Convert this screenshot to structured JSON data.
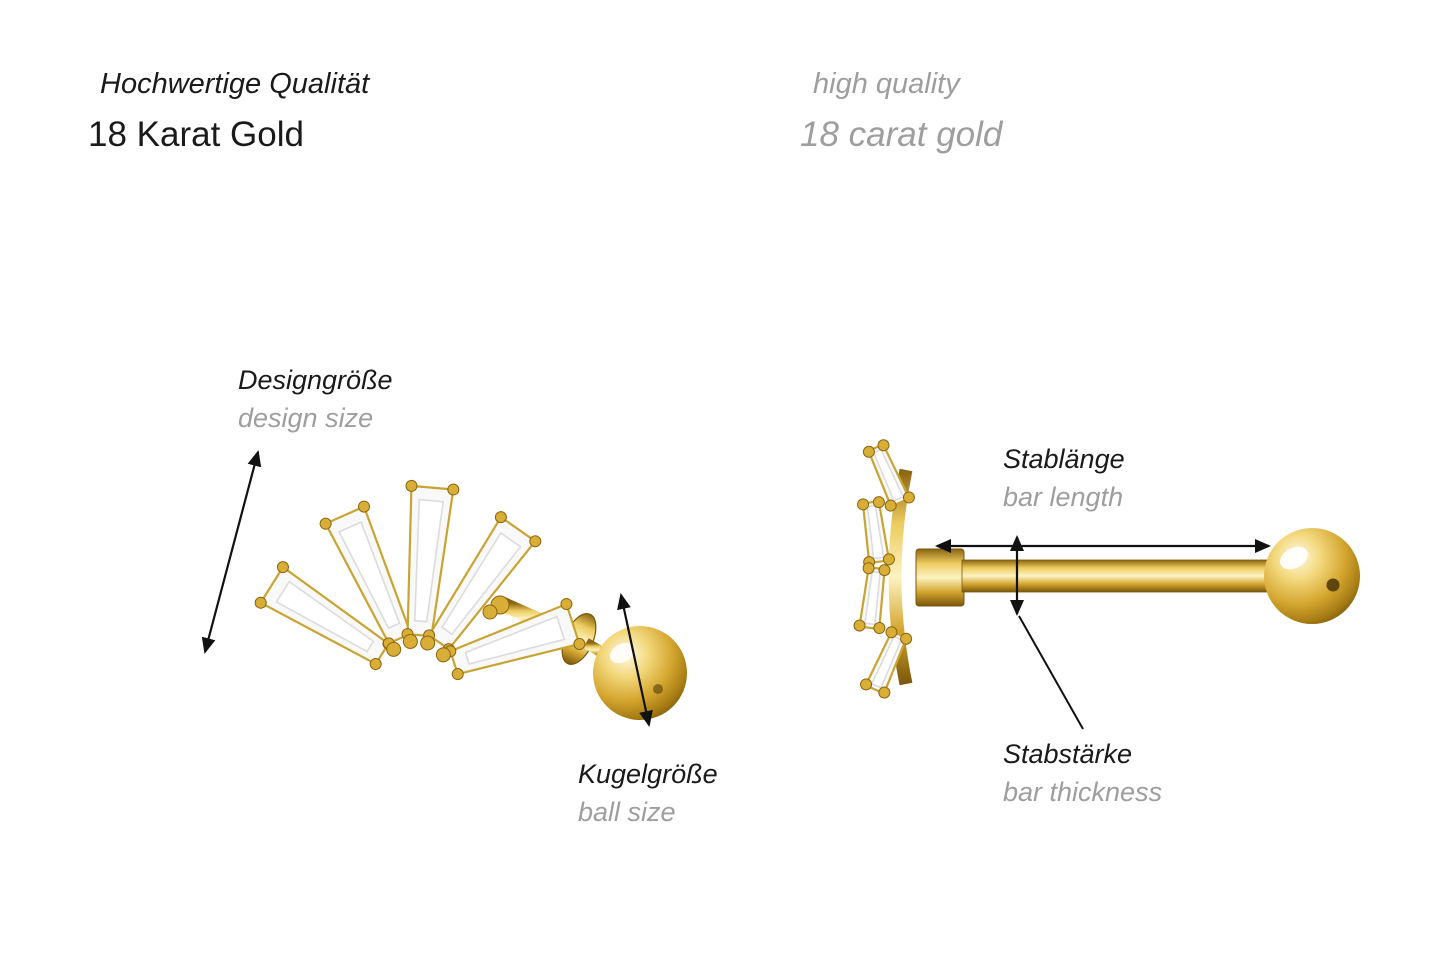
{
  "colors": {
    "background": "#ffffff",
    "text_primary": "#1a1a1a",
    "text_secondary": "#9e9e9e",
    "gold": "#d4a62f",
    "gold_light": "#fdf3c2",
    "gold_dark": "#7a570c",
    "crystal_white": "#f7f7f7",
    "arrow_black": "#111111"
  },
  "header": {
    "german": {
      "quality": "Hochwertige Qualität",
      "material": "18 Karat Gold"
    },
    "english": {
      "quality": "high quality",
      "material": "18 carat gold"
    }
  },
  "annotations": {
    "design_size": {
      "de": "Designgröße",
      "en": "design size"
    },
    "ball_size": {
      "de": "Kugelgröße",
      "en": "ball size"
    },
    "bar_length": {
      "de": "Stablänge",
      "en": "bar length"
    },
    "bar_thickness": {
      "de": "Stabstärke",
      "en": "bar thickness"
    }
  }
}
